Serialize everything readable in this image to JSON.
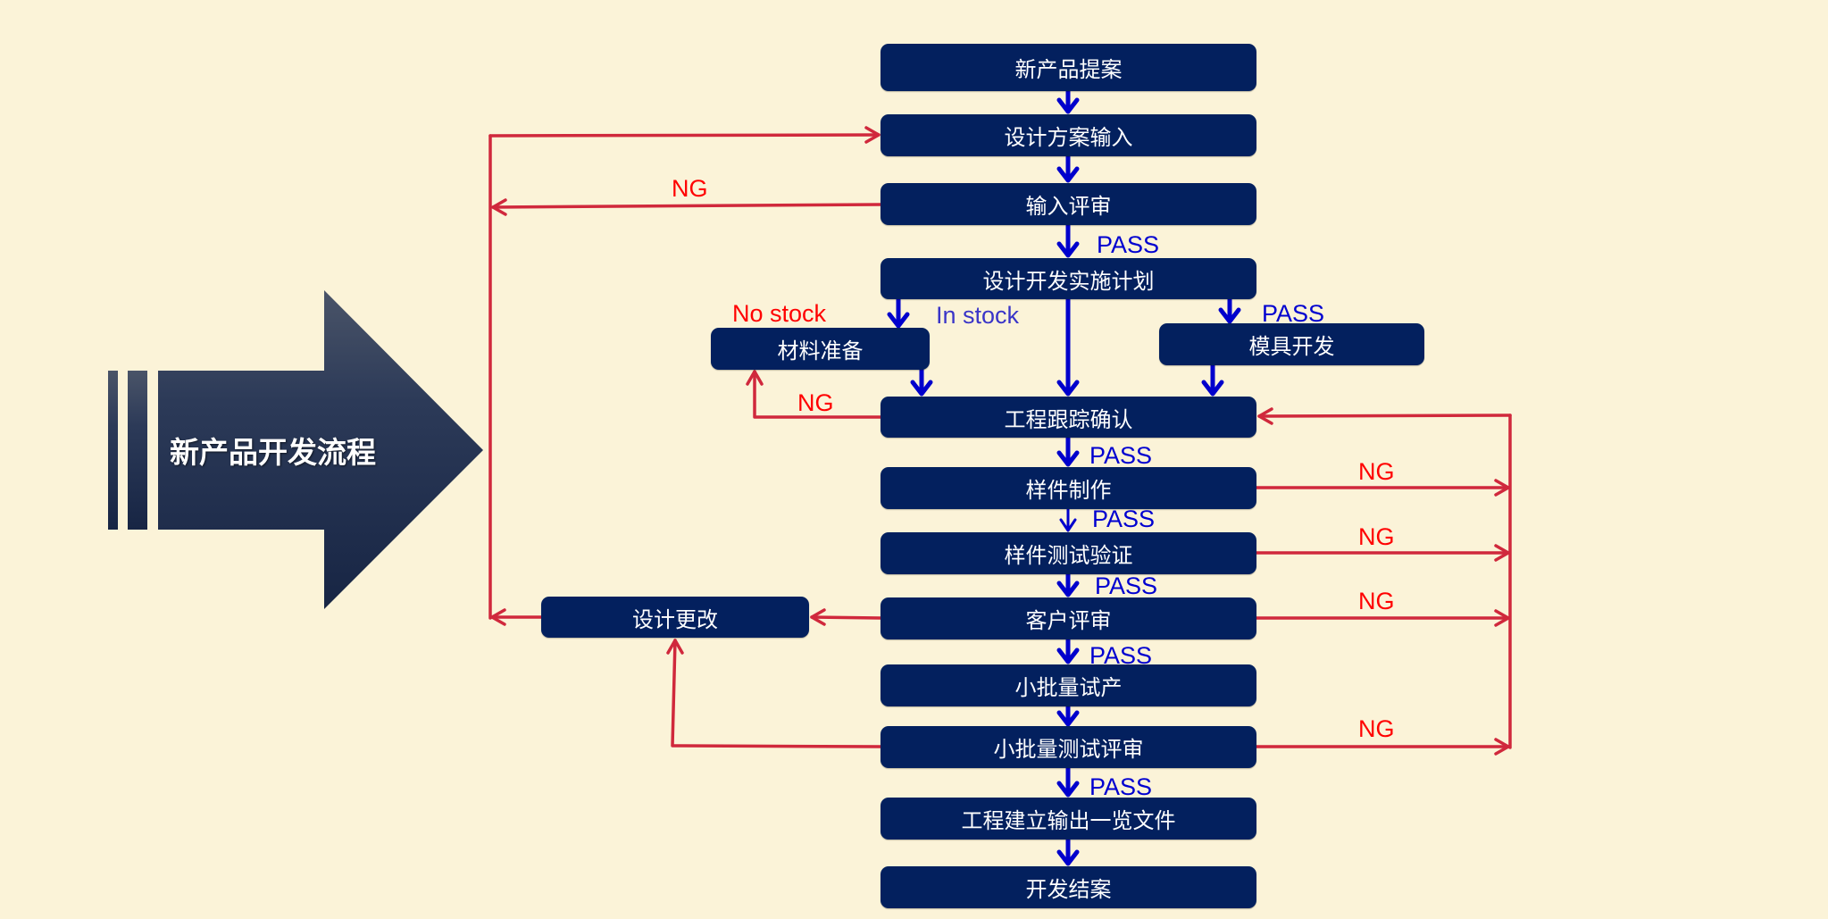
{
  "title": "新产品开发流程",
  "colors": {
    "background": "#fbf3d8",
    "node": "#03205e",
    "pass_arrow": "#0000cc",
    "ng_arrow": "#d0283c",
    "ng_text": "#ff0000",
    "pass_text": "#0000d0"
  },
  "nodes": {
    "proposal": "新产品提案",
    "design_input": "设计方案输入",
    "input_review": "输入评审",
    "dev_plan": "设计开发实施计划",
    "material_prep": "材料准备",
    "mold_dev": "模具开发",
    "eng_tracking": "工程跟踪确认",
    "sample_make": "样件制作",
    "sample_test": "样件测试验证",
    "customer_review": "客户评审",
    "design_change": "设计更改",
    "pilot_run": "小批量试产",
    "pilot_review": "小批量测试评审",
    "output_docs": "工程建立输出一览文件",
    "closure": "开发结案"
  },
  "labels": {
    "pass": "PASS",
    "ng": "NG",
    "no_stock": "No stock",
    "in_stock": "In stock"
  }
}
